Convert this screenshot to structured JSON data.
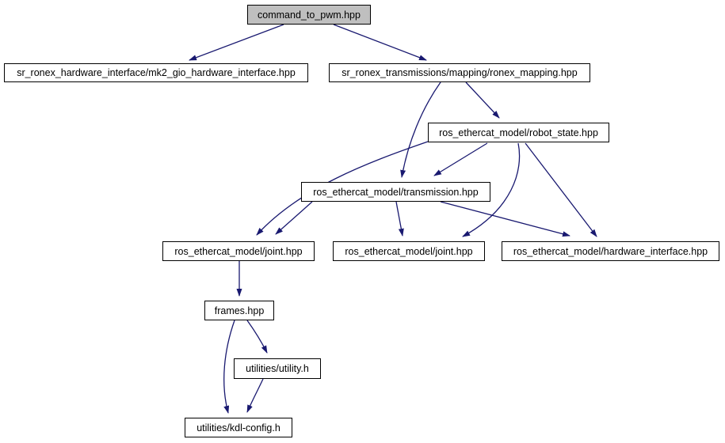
{
  "diagram": {
    "kind": "include-dependency-graph",
    "root_file": "command_to_pwm.hpp"
  },
  "colors": {
    "edge": "#191970",
    "node_fill": "#ffffff",
    "root_node_fill": "#bfbfbf",
    "node_border": "#000000",
    "background": "#ffffff"
  },
  "nodes": [
    {
      "id": "command_to_pwm",
      "label": "command_to_pwm.hpp",
      "highlighted": true
    },
    {
      "id": "mk2_gio",
      "label": "sr_ronex_hardware_interface/mk2_gio_hardware_interface.hpp"
    },
    {
      "id": "ronex_mapping",
      "label": "sr_ronex_transmissions/mapping/ronex_mapping.hpp"
    },
    {
      "id": "robot_state",
      "label": "ros_ethercat_model/robot_state.hpp"
    },
    {
      "id": "transmission",
      "label": "ros_ethercat_model/transmission.hpp"
    },
    {
      "id": "joint_left",
      "label": "ros_ethercat_model/joint.hpp"
    },
    {
      "id": "joint_mid",
      "label": "ros_ethercat_model/joint.hpp"
    },
    {
      "id": "hardware_interface",
      "label": "ros_ethercat_model/hardware_interface.hpp"
    },
    {
      "id": "frames",
      "label": "frames.hpp"
    },
    {
      "id": "utility",
      "label": "utilities/utility.h"
    },
    {
      "id": "kdl_config",
      "label": "utilities/kdl-config.h"
    }
  ],
  "edges": [
    {
      "from": "command_to_pwm",
      "to": "mk2_gio"
    },
    {
      "from": "command_to_pwm",
      "to": "ronex_mapping"
    },
    {
      "from": "ronex_mapping",
      "to": "robot_state"
    },
    {
      "from": "ronex_mapping",
      "to": "transmission"
    },
    {
      "from": "robot_state",
      "to": "transmission"
    },
    {
      "from": "robot_state",
      "to": "joint_left"
    },
    {
      "from": "robot_state",
      "to": "joint_mid"
    },
    {
      "from": "robot_state",
      "to": "hardware_interface"
    },
    {
      "from": "transmission",
      "to": "joint_left"
    },
    {
      "from": "transmission",
      "to": "joint_mid"
    },
    {
      "from": "transmission",
      "to": "hardware_interface"
    },
    {
      "from": "joint_left",
      "to": "frames"
    },
    {
      "from": "frames",
      "to": "utility"
    },
    {
      "from": "frames",
      "to": "kdl_config"
    },
    {
      "from": "utility",
      "to": "kdl_config"
    }
  ]
}
